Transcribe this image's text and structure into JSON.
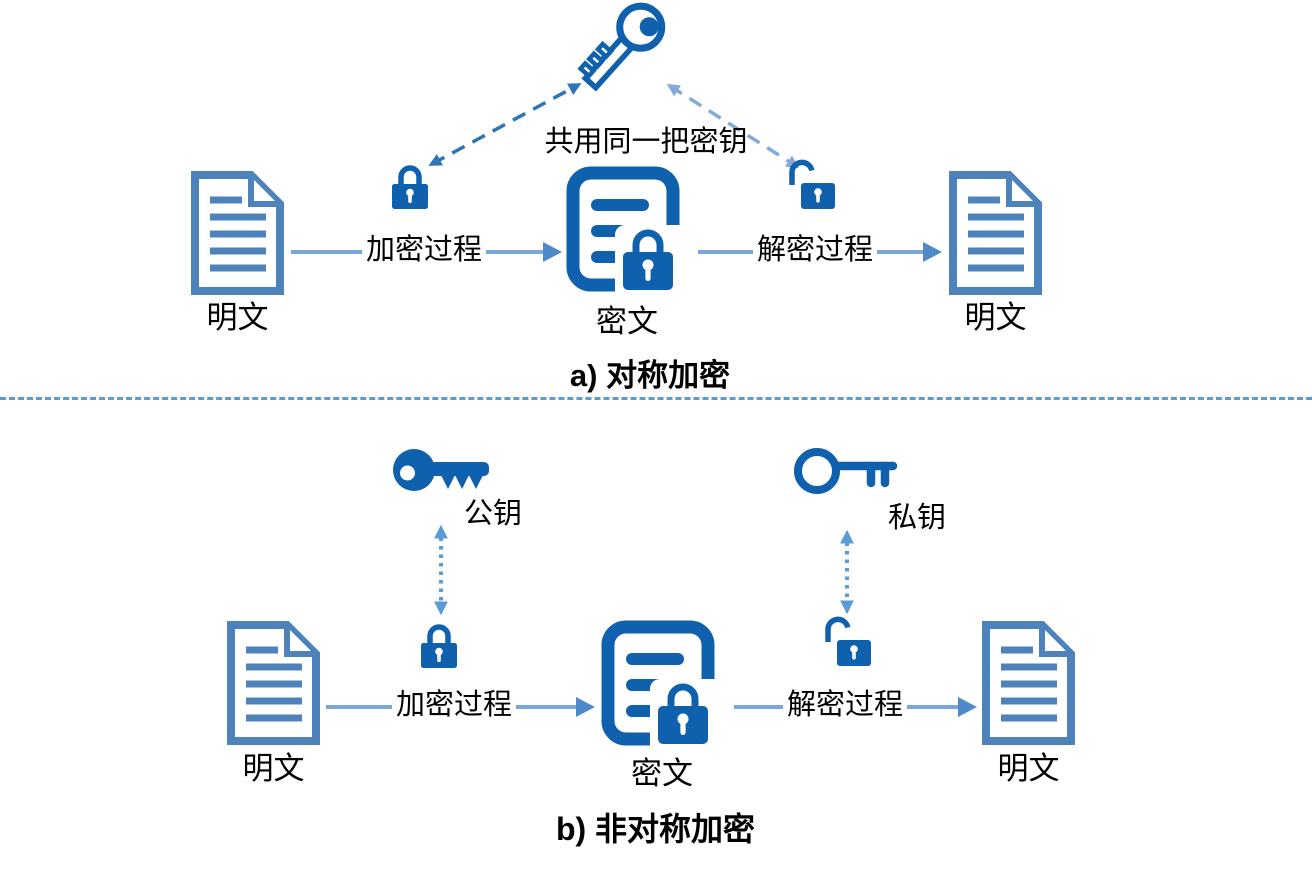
{
  "diagram_title": "Symmetric vs asymmetric encryption diagram",
  "colors": {
    "icon_dark_blue": "#0f60ad",
    "document_steel_blue": "#4d82bb",
    "arrow_line_blue": "#7aa6d9",
    "arrowhead_blue": "#4e8ac9",
    "dashed_arrow_dark_blue": "#2e75b6",
    "dashed_arrow_light_blue": "#82abd9",
    "dotted_arrow_blue": "#5b9bd5",
    "divider_blue": "#5b9bd5",
    "text_black": "#000000"
  },
  "icons": {
    "shared_key": "key-icon",
    "closed_lock": "lock-icon",
    "open_lock": "unlock-icon",
    "plain_document": "document-icon",
    "cipher_document": "encrypted-document-icon",
    "public_key": "solid-key-icon",
    "private_key": "outline-key-icon"
  },
  "a": {
    "title": "a) 对称加密",
    "shared_key_label": "共用同一把密钥",
    "plaintext_left": "明文",
    "encrypt_label": "加密过程",
    "ciphertext": "密文",
    "decrypt_label": "解密过程",
    "plaintext_right": "明文"
  },
  "b": {
    "title": "b) 非对称加密",
    "public_key_label": "公钥",
    "private_key_label": "私钥",
    "plaintext_left": "明文",
    "encrypt_label": "加密过程",
    "ciphertext": "密文",
    "decrypt_label": "解密过程",
    "plaintext_right": "明文"
  }
}
